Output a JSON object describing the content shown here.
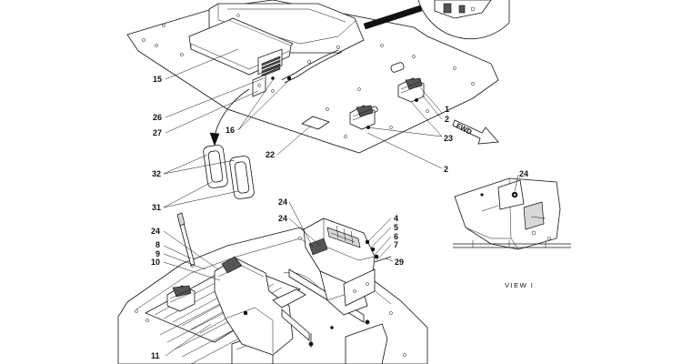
{
  "callouts": {
    "c1": "1",
    "c2a": "2",
    "c2b": "2",
    "c4": "4",
    "c5": "5",
    "c6": "6",
    "c7": "7",
    "c8": "8",
    "c9": "9",
    "c10": "10",
    "c11": "11",
    "c15": "15",
    "c16": "16",
    "c22": "22",
    "c23": "23",
    "c24a": "24",
    "c24b": "24",
    "c24c": "24",
    "c24d": "24",
    "c26": "26",
    "c27": "27",
    "c29": "29",
    "c31": "31",
    "c32": "32"
  },
  "labels": {
    "view_label": "VIEW I",
    "fwd_label": "FWD"
  },
  "colors": {
    "line": "#111111",
    "background": "#ffffff",
    "shade": "#d8d8d8"
  }
}
